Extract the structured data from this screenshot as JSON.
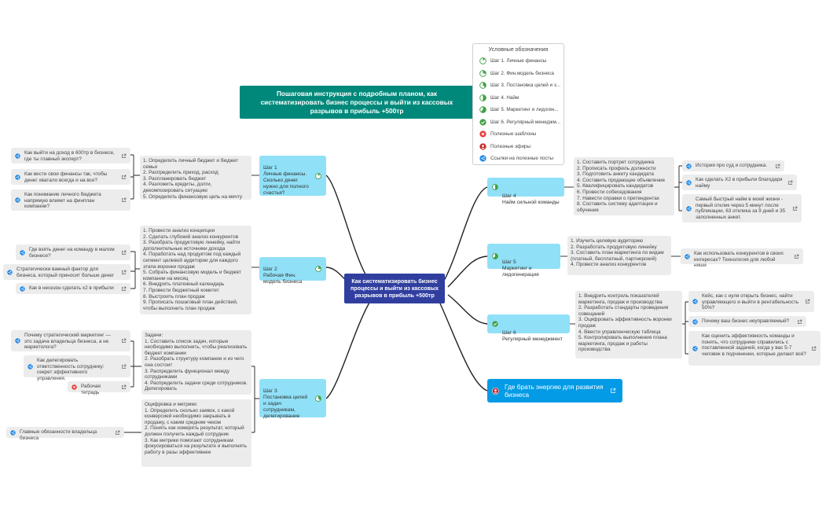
{
  "colors": {
    "teal": "#00897b",
    "central": "#303f9f",
    "step": "#90e0f7",
    "sub": "#ececec",
    "bigLink": "#039be5",
    "line": "#222222",
    "progress": "#43a047",
    "linkBlue": "#1e88e5",
    "templateRed": "#e53935",
    "webinarRed": "#c62828"
  },
  "title": "Пошаговая инструкция с подробным планом, как систематизировать бизнес процессы и выйти из кассовых разрывов в прибыль +500тр",
  "central": "Как систематизировать бизнес процессы и выйти из кассовых разрывов в прибыль +500тр",
  "legend": {
    "title": "Условные обозначения",
    "items": [
      {
        "icon": "progress-1-8-icon",
        "label": "Шаг 1. Личные финансы"
      },
      {
        "icon": "progress-2-8-icon",
        "label": "Шаг 2. Фин.модель бизнеса"
      },
      {
        "icon": "progress-3-8-icon",
        "label": "Шаг 3. Постановка целей и з..."
      },
      {
        "icon": "progress-4-8-icon",
        "label": "Шаг 4. Найм"
      },
      {
        "icon": "progress-5-8-icon",
        "label": "Шаг 5. Маркетинг и лидоген..."
      },
      {
        "icon": "check-circle-icon",
        "label": "Шаг 6. Регулярный менеджм..."
      },
      {
        "icon": "template-icon",
        "label": "Полезные шаблоны"
      },
      {
        "icon": "webinar-icon",
        "label": "Полезные эфиры"
      },
      {
        "icon": "share-link-icon",
        "label": "Ссылки на полезные посты"
      }
    ]
  },
  "steps": {
    "s1": {
      "label": "Шаг 1\nЛичные финансы.\nСколько денег нужно для полного счастья?"
    },
    "s2": {
      "label": "Шаг 2\nРабочая Фин. модель бизнеса"
    },
    "s3": {
      "label": "Шаг 3\nПостановка целей и задач сотрудникам, делегирование"
    },
    "s4": {
      "label": "Шаг 4\nНайм сильной команды"
    },
    "s5": {
      "label": "Шаг 5\nМаркетинг и лидогенерация"
    },
    "s6": {
      "label": "Шаг 6\nРегулярный менеджмент"
    }
  },
  "details": {
    "s1": "1. Определить личный бюджет и бюджет семьи\n2. Распределить приход, расход\n3. Распланировать бюджет\n4. Разложить кредиты, долги, декомпозировать ситуацию\n5. Определить финансовую цель на мечту",
    "s2": "1. Провести анализ концепции\n2. Сделать глубокий анализ конкурентов\n3. Разобрать продуктовую линейку, найти дополнительные источники дохода\n4. Поработать над продуктом под каждый сегмент целевой аудитории для каждого этапа воронки продаж\n5. Собрать финансовую модель и бюджет компании на месяц\n6. Внедрить платежный календарь\n7. Провести бюджетный комитет\n8. Выстроить план продаж\n9. Прописать пошаговый план действий, чтобы выполнить план продаж",
    "s3a": "Задачи:\n1. Составить список задач, которые необходимо выполнить, чтобы реализовать бюджет компании\n2. Разобрать структуру компании и из чего она состоит\n3. Распределить функционал между сотрудниками\n4. Распределить задачи среди сотрудников. Делегировать",
    "s3b": "Оцифровка и метрики:\n1. Определить сколько заявок, с какой конверсией необходимо закрывать в продажу, с каким средним чеком\n2. Понять как измерять результат, который должен получить каждый сотрудник\n3. Как метрики помогают сотрудникам фокусироваться на результате и выполнять работу в разы эффективнее",
    "s4": "1. Составить портрет сотрудника\n2. Прописать профиль должности\n3. Подготовить анкету кандидата\n4. Составить продающее объявление\n5. Квалифицировать кандидатов\n6. Провести собеседования\n7. Навести справки о претендентах\n8. Составить систему адаптации и обучения",
    "s5": "1. Изучить целевую аудиторию\n2. Разработать продуктовую линейку\n3. Составить план маркетинга по видам (платный, бесплатный, партнерский)\n4. Провести анализ конкурентов",
    "s6": "1. Внедрить контроль показателей маркетинга, продаж и производства\n2. Разработать стандарты проведения совещаний\n3. Оцифровать эффективность воронки продаж\n4. Ввести управленческую таблица\n5. Контролировать выполнения плана маркетинга, продаж и работы производства"
  },
  "links": {
    "l1a": "Как выйти на доход в 600тр в бизнесе, где ты главный эксперт?",
    "l1b": "Как вести свои финансы так, чтобы денег хватало всегда и на все?",
    "l1c": "Как понимание личного бюджета напрямую влияет на финплан компании?",
    "l2a": "Где взять денег на команду в малом бизнесе?",
    "l2b": "Стратегически важный фактор для бизнеса, который приносит больше денег",
    "l2c": "Как в несезон сделать х2 в прибыли",
    "l3a": "Почему стратегический маркетинг — это задача владельца бизнеса, а не маркетолога?",
    "l3b": "Как делегировать ответственность сотруднику: секрет эффективного управления.",
    "l3c": "Рабочая тетрадь",
    "l3d": "Главные обязанности владельца бизнеса",
    "l4a": "История про суд и сотрудника.",
    "l4b": "Как сделать Х2 в прибыли благодаря найму",
    "l4c": "Самый быстрый найм в моей жизни - первый отклик через 5 минут после публикации, 63 отклика за 9 дней и 35 заполненных анкет.",
    "l5a": "Как использовать конкурентов в своих интересах? Технология для любой ниши",
    "l6a": "Кейс, как с нуля открыть бизнес, найти управляющего и выйти в рентабельность 50%?",
    "l6b": "Почему ваш бизнес неуправляемый?",
    "l6c": "Как оценить эффективность команды и понять, что сотрудники справились с поставленной задачей, когда у вас 5-7 человек в подчинении, которые делают всё?",
    "energy": "Где брать энергию для развития бизнеса"
  }
}
